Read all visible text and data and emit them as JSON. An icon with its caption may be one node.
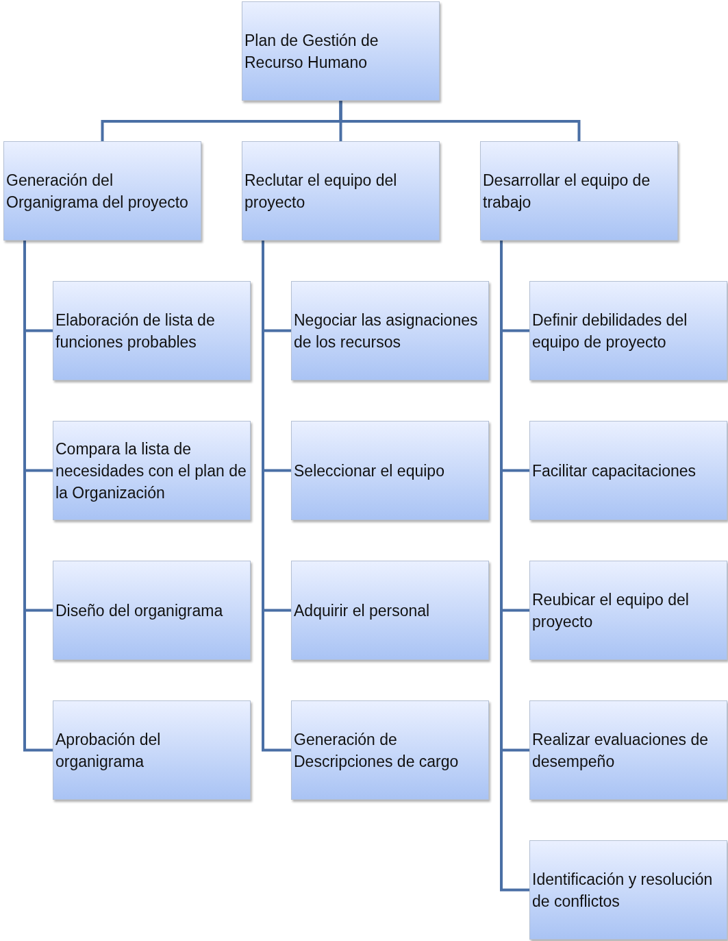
{
  "diagram": {
    "nodes": [
      {
        "text": [
          "Plan de Gestión de Recurso Humano"
        ]
      },
      {
        "text": [
          "Generación del Organigrama del proyecto"
        ]
      },
      {
        "text": [
          "Reclutar el equipo del proyecto"
        ]
      },
      {
        "text": [
          "Desarrollar el equipo de trabajo"
        ]
      },
      {
        "text": [
          "Elaboración de lista de funciones probables"
        ]
      },
      {
        "text": [
          "Compara la lista de necesidades con el plan de la Organización"
        ]
      },
      {
        "text": [
          "Diseño del organigrama"
        ]
      },
      {
        "text": [
          "Aprobación del organigrama"
        ]
      },
      {
        "text": [
          "Negociar las asignaciones de los recursos"
        ]
      },
      {
        "text": [
          "Seleccionar el equipo"
        ]
      },
      {
        "text": [
          "Adquirir el personal"
        ]
      },
      {
        "text": [
          "Generación de Descripciones de cargo"
        ]
      },
      {
        "text": [
          "Definir debilidades del equipo de proyecto"
        ]
      },
      {
        "text": [
          "Facilitar capacitaciones"
        ]
      },
      {
        "text": [
          "Reubicar el equipo del proyecto"
        ]
      },
      {
        "text": [
          "Realizar evaluaciones de desempeño"
        ]
      },
      {
        "text": [
          "Identificación y resolución de conflictos"
        ]
      }
    ],
    "edges": [
      {
        "from": 0,
        "to": 1,
        "arrow": "none"
      },
      {
        "from": 0,
        "to": 2,
        "arrow": "none"
      },
      {
        "from": 0,
        "to": 3,
        "arrow": "none"
      },
      {
        "from": 1,
        "to": 4,
        "arrow": "none"
      },
      {
        "from": 1,
        "to": 5,
        "arrow": "none"
      },
      {
        "from": 1,
        "to": 6,
        "arrow": "none"
      },
      {
        "from": 1,
        "to": 7,
        "arrow": "none"
      },
      {
        "from": 2,
        "to": 8,
        "arrow": "none"
      },
      {
        "from": 2,
        "to": 9,
        "arrow": "none"
      },
      {
        "from": 2,
        "to": 10,
        "arrow": "none"
      },
      {
        "from": 2,
        "to": 11,
        "arrow": "none"
      },
      {
        "from": 3,
        "to": 12,
        "arrow": "none"
      },
      {
        "from": 3,
        "to": 13,
        "arrow": "none"
      },
      {
        "from": 3,
        "to": 14,
        "arrow": "none"
      },
      {
        "from": 3,
        "to": 15,
        "arrow": "none"
      },
      {
        "from": 3,
        "to": 16,
        "arrow": "none"
      }
    ]
  }
}
